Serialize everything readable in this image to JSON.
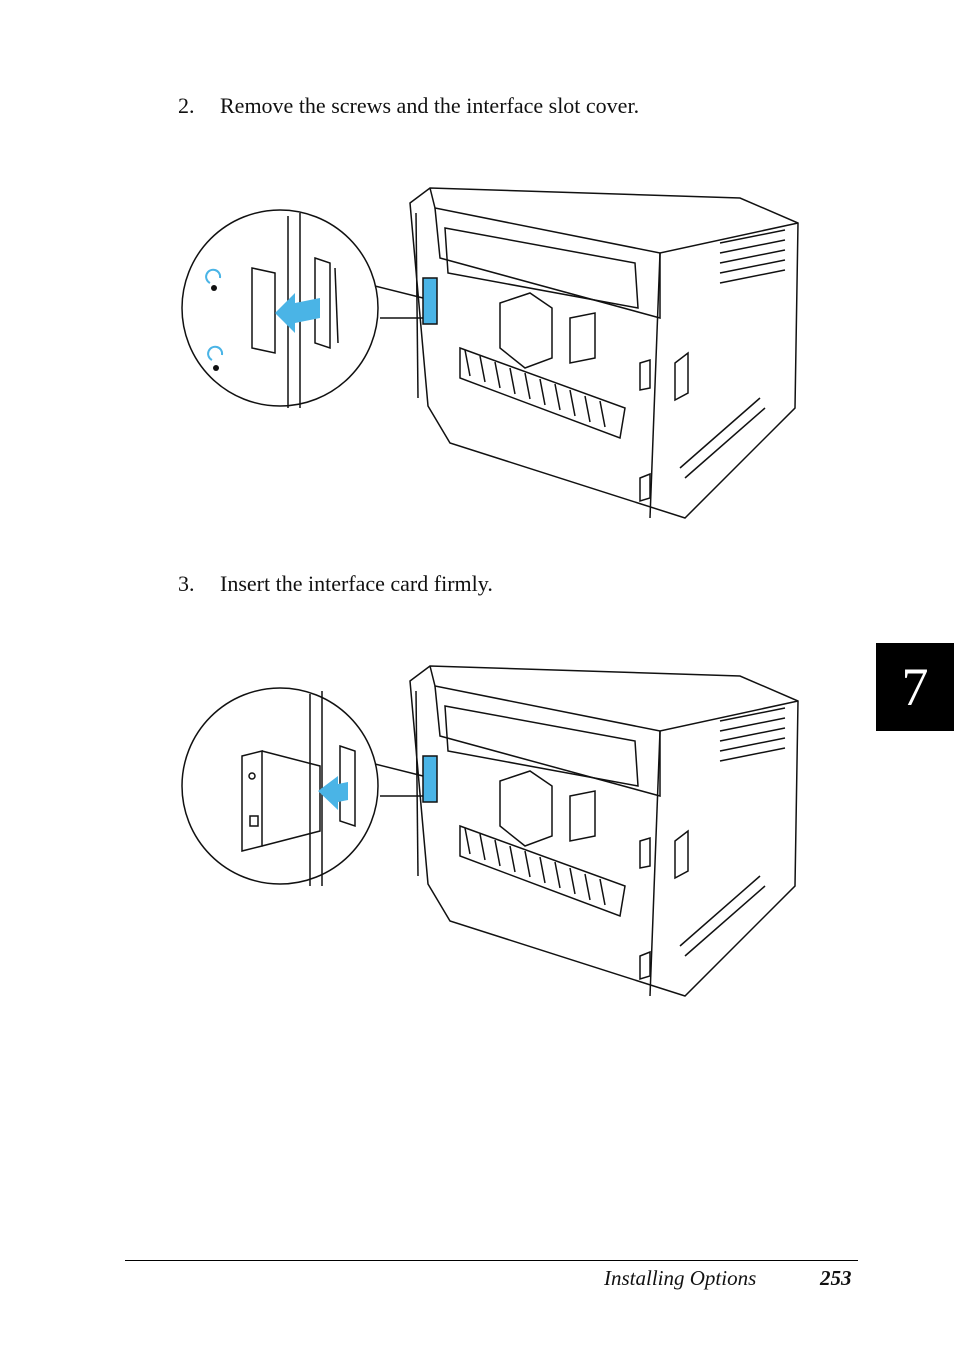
{
  "steps": [
    {
      "number": "2.",
      "text": "Remove the screws and the interface slot cover."
    },
    {
      "number": "3.",
      "text": "Insert the interface card firmly."
    }
  ],
  "chapter_tab": "7",
  "footer": {
    "section": "Installing Options",
    "page": "253"
  },
  "colors": {
    "accent": "#4ab4e6",
    "tab": "#000000"
  },
  "figures": [
    {
      "icons": [
        "printer-rear-illustration",
        "slot-cover-detail",
        "removal-arrow",
        "rotate-screw-icon"
      ]
    },
    {
      "icons": [
        "printer-rear-illustration",
        "interface-card-detail",
        "insert-arrow"
      ]
    }
  ]
}
